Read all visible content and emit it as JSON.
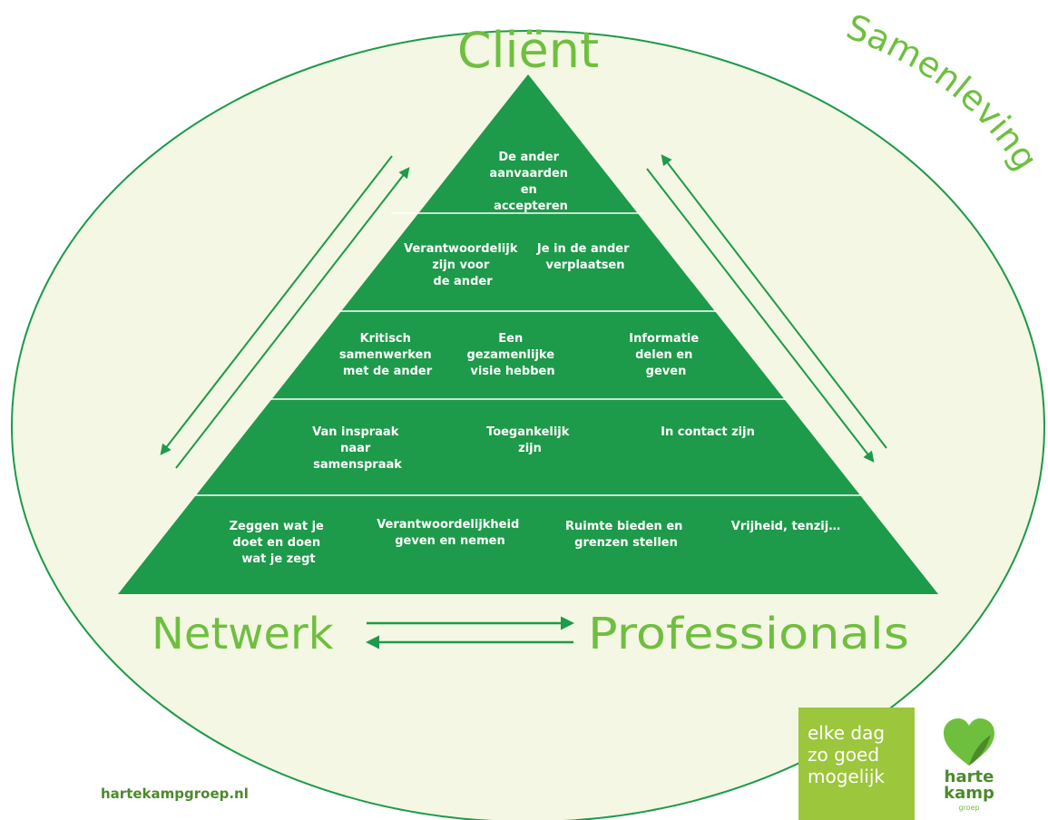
{
  "labels": {
    "client": "Cliënt",
    "samenleving": "Samenleving",
    "netwerk": "Netwerk",
    "professionals": "Professionals"
  },
  "pyramid": {
    "tier1": [
      "De ander",
      "aanvaarden",
      "en",
      "accepteren"
    ],
    "tier2_left": [
      "Verantwoordelijk",
      "zijn voor",
      "de ander"
    ],
    "tier2_right": [
      "Je in de ander",
      "verplaatsen"
    ],
    "tier3_left": [
      "Kritisch",
      "samenwerken",
      "met de ander"
    ],
    "tier3_mid": [
      "Een",
      "gezamenlijke",
      "visie hebben"
    ],
    "tier3_right": [
      "Informatie",
      "delen en",
      "geven"
    ],
    "tier4_left": [
      "Van inspraak",
      "naar",
      "samenspraak"
    ],
    "tier4_mid": [
      "Toegankelijk",
      "zijn"
    ],
    "tier4_right": [
      "In contact zijn"
    ],
    "tier5_1": [
      "Zeggen wat je",
      "doet en doen",
      "wat je zegt"
    ],
    "tier5_2": [
      "Verantwoordelijkheid",
      "geven en nemen"
    ],
    "tier5_3": [
      "Ruimte bieden en",
      "grenzen stellen"
    ],
    "tier5_4": [
      "Vrijheid, tenzij…"
    ]
  },
  "footer": {
    "url": "hartekampgroep.nl",
    "slogan": [
      "elke dag",
      "zo goed",
      "mogelijk"
    ],
    "logo_text": [
      "harte",
      "kamp"
    ],
    "logo_sub": "groep"
  },
  "colors": {
    "ellipse_fill": "#f4f7e3",
    "pyramid_green": "#1d9a4a",
    "label_green": "#6fbf3f",
    "slogan_green": "#9cc63b"
  }
}
